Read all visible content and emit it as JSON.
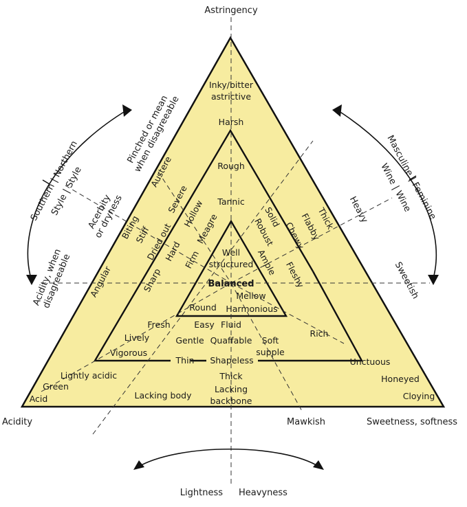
{
  "colors": {
    "fill": "#f7eca0",
    "line": "#111111",
    "background": "#ffffff"
  },
  "vertices": {
    "top": "Astringency",
    "left": "Acidity",
    "right": "Sweetness, softness"
  },
  "arcs": {
    "left": {
      "outer": "Southern  |  Northern",
      "inner": "Style  |  Style",
      "end": "Acidity, when\ndisagreeable"
    },
    "right": {
      "outer": "Masculine  |  Feminine",
      "inner": "Wine  |  Wine",
      "end": "Sweetish"
    },
    "bottom": {
      "left": "Lightness",
      "right": "Heavyness"
    }
  },
  "axis_labels": {
    "pinched": "Pinched or mean\nwhen disagreeable",
    "acerbity": "Acerbity\nor dryness",
    "heavy": "Heavy",
    "mawkish": "Mawkish"
  },
  "terms": {
    "inky": "Inky/bitter\nastrictive",
    "harsh": "Harsh",
    "rough": "Rough",
    "tannic": "Tannic",
    "austere": "Austere",
    "severe": "Severe",
    "hollow": "Hollow",
    "meagre": "Meagre",
    "biting": "Biting",
    "stiff": "Stiff",
    "dried_out": "Dried out",
    "hard": "Hard",
    "firm": "Firm",
    "angular": "Angular",
    "sharp": "Sharp",
    "solid": "Solid",
    "robust": "Robust",
    "chewy": "Chewy",
    "flabby": "Flabby",
    "thick_right": "Thick",
    "ample": "Ample",
    "fleshy": "Fleshy",
    "well_structured": "Well\nstructured",
    "balanced": "Balanced",
    "mellow": "Mellow",
    "round": "Round",
    "harmonious": "Harmonious",
    "fresh": "Fresh",
    "easy": "Easy",
    "fluid": "Fluid",
    "lively": "Lively",
    "gentle": "Gentle",
    "quaffable": "Quaffable",
    "soft_supple": "Soft\nsupple",
    "vigorous": "Vigorous",
    "rich": "Rich",
    "thin": "Thin",
    "shapeless": "Shapeless",
    "unctuous": "Unctuous",
    "lightly_acidic": "Lightly acidic",
    "green": "Green",
    "acid": "Acid",
    "thick_bottom": "Thick",
    "lacking_backbone": "Lacking\nbackbone",
    "lacking_body": "Lacking body",
    "honeyed": "Honeyed",
    "cloying": "Cloying"
  }
}
